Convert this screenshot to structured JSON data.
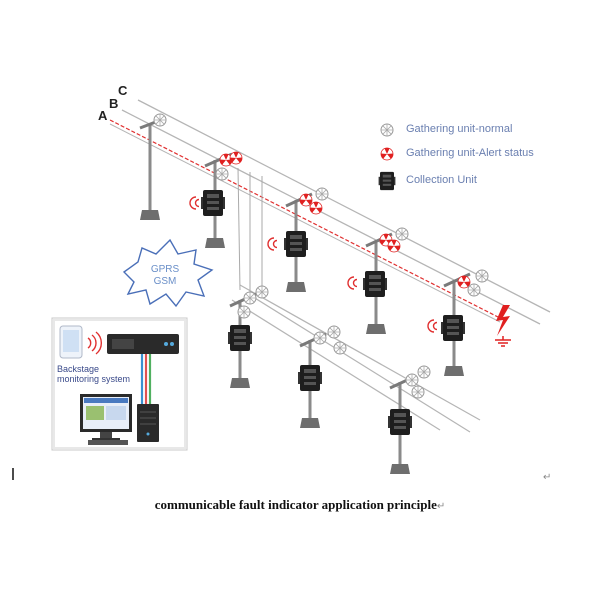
{
  "phases": {
    "a": "A",
    "b": "B",
    "c": "C"
  },
  "legend": {
    "normal": "Gathering unit-normal",
    "alert": "Gathering unit-Alert status",
    "collection": "Collection Unit"
  },
  "network": {
    "line1": "GPRS",
    "line2": "GSM"
  },
  "backstage": {
    "line1": "Backstage",
    "line2": "monitoring system"
  },
  "caption": "communicable fault indicator application principle",
  "colors": {
    "wire": "#b0b0b0",
    "fault_wire": "#e03030",
    "pole": "#8a8a8a",
    "alert": "#e02020",
    "legend_text": "#6a7fb0"
  }
}
